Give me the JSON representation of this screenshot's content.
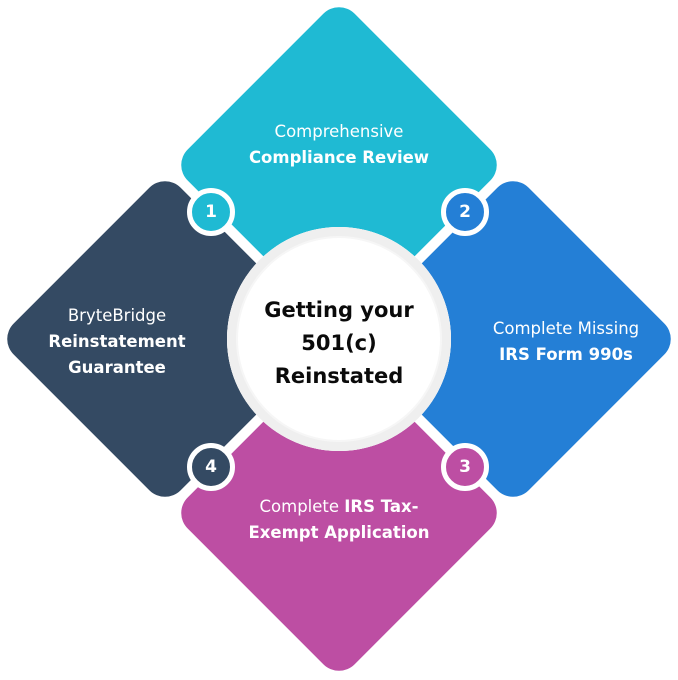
{
  "title": {
    "lines": [
      "Getting your",
      "501(c)",
      "Reinstated"
    ]
  },
  "steps": [
    {
      "number": "1",
      "line1_regular": "Comprehensive",
      "line2_bold": "Compliance Review",
      "color": "#1fbad3",
      "position": "top"
    },
    {
      "number": "2",
      "line1_regular": "Complete Missing",
      "line2_bold": "IRS Form 990s",
      "color": "#247fd6",
      "position": "right"
    },
    {
      "number": "3",
      "line1_regular": "Complete ",
      "line1_bold": "IRS Tax-",
      "line2_bold": "Exempt Application",
      "color": "#bd4ea3",
      "position": "bottom"
    },
    {
      "number": "4",
      "line1_regular": "BryteBridge",
      "line2_bold": "Reinstatement",
      "line3_bold": "Guarantee",
      "color": "#344a63",
      "position": "left"
    }
  ]
}
